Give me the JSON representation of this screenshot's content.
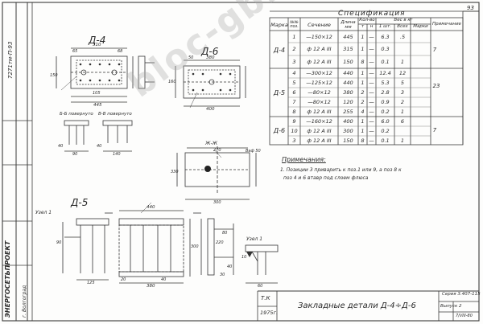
{
  "sheet": {
    "page_number": "93",
    "code_vertical": "7271тм-П-93",
    "doc_id": "Серия 3.407-115",
    "issue": "Выпуск 2",
    "year_code": "1975г.",
    "tk_label": "Т.К",
    "title": "Закладные детали Д-4÷Д-6",
    "date_code": "7/VIII-80",
    "org_name": "ЭНЕРГОСЕТЬПРОЕКТ",
    "org_sub": "г. Волгоград"
  },
  "watermark": "bloc-gbi.ru",
  "spec": {
    "title": "Спецификация",
    "headers": {
      "marka": "Марка",
      "nn": "№№ поз.",
      "section": "Сечение",
      "length": "Длина мм",
      "qty": "Кол-во",
      "qty_t": "т",
      "qty_n": "н",
      "weight": "Вес в кг",
      "weight_one": "1 шт.",
      "weight_all": "Всех",
      "mark_col": "Марки",
      "note": "Примечание"
    },
    "groups": [
      {
        "marka": "Д-4",
        "total": "7",
        "rows": [
          {
            "pos": "1",
            "section": "—150×12",
            "len": "445",
            "t": "1",
            "n": "—",
            "w1": "6.3",
            "w2": ".5"
          },
          {
            "pos": "2",
            "section": "ф 12 А III",
            "len": "315",
            "t": "1",
            "n": "—",
            "w1": "0.3",
            "w2": ""
          },
          {
            "pos": "3",
            "section": "ф 12 А III",
            "len": "150",
            "t": "8",
            "n": "—",
            "w1": "0.1",
            "w2": "1"
          }
        ]
      },
      {
        "marka": "Д-5",
        "total": "23",
        "rows": [
          {
            "pos": "4",
            "section": "—300×12",
            "len": "440",
            "t": "1",
            "n": "—",
            "w1": "12.4",
            "w2": "12"
          },
          {
            "pos": "5",
            "section": "—125×12",
            "len": "440",
            "t": "1",
            "n": "—",
            "w1": "5.3",
            "w2": "5"
          },
          {
            "pos": "6",
            "section": "—80×12",
            "len": "380",
            "t": "2",
            "n": "—",
            "w1": "2.8",
            "w2": "3"
          },
          {
            "pos": "7",
            "section": "—80×12",
            "len": "120",
            "t": "2",
            "n": "—",
            "w1": "0.9",
            "w2": "2"
          },
          {
            "pos": "8",
            "section": "ф 12 А III",
            "len": "255",
            "t": "4",
            "n": "—",
            "w1": "0.2",
            "w2": "1"
          }
        ]
      },
      {
        "marka": "Д-6",
        "total": "7",
        "rows": [
          {
            "pos": "9",
            "section": "—160×12",
            "len": "400",
            "t": "1",
            "n": "—",
            "w1": "6.0",
            "w2": "6"
          },
          {
            "pos": "10",
            "section": "ф 12 А III",
            "len": "300",
            "t": "1",
            "n": "—",
            "w1": "0.2",
            "w2": ""
          },
          {
            "pos": "3",
            "section": "ф 12 А III",
            "len": "150",
            "t": "8",
            "n": "—",
            "w1": "0.1",
            "w2": "1"
          }
        ]
      }
    ]
  },
  "notes": {
    "title": "Примечания:",
    "line1": "1. Позиции 3 приварить к поз.1 или 9, а поз 8 к",
    "line2": "поз 4 и 6  втавр под слоем флюса"
  },
  "drawings": {
    "d4_label": "Д-4",
    "d5_label": "Д-5",
    "d6_label": "Д-6",
    "section_bb": "Б-Б повернуто",
    "section_vv": "В-В повернуто",
    "section_jj": "Ж-Ж",
    "node1_a": "Узел 1",
    "node1_b": "Узел 1",
    "dims": {
      "d4_top": "310",
      "d4_a": "65",
      "d4_b": "68",
      "d4_c": "105",
      "d4_d": "445",
      "d4_side": "150",
      "d6_top": "380",
      "d6_a": "50",
      "d6_b": "400",
      "d6_side": "160",
      "jj_a": "270",
      "jj_b": "330",
      "jj_c": "300",
      "d5_a": "440",
      "d5_b": "380",
      "d5_c": "125",
      "d5_d": "300",
      "d5_e": "220",
      "d5_f": "90",
      "node_a": "10",
      "node_b": "60",
      "r1": "20",
      "r2": "40",
      "r3": "30",
      "r4": "40",
      "r5": "80",
      "bb_a": "90",
      "bb_b": "40",
      "vv_a": "140",
      "vv_b": "40",
      "sd": "Ваф 50"
    }
  }
}
